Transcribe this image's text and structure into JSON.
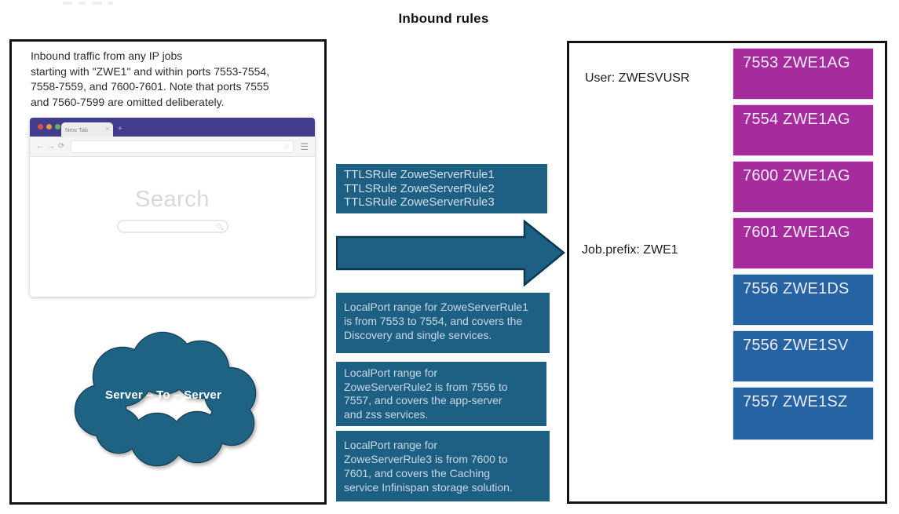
{
  "title": "Inbound rules",
  "left_panel": {
    "description": "Inbound traffic from any IP jobs\nstarting with \"ZWE1\" and within ports 7553-7554,\n7558-7559, and 7600-7601. Note that ports 7555\nand 7560-7599 are omitted deliberately.",
    "browser": {
      "tab_label": "New Tab",
      "tab_close_glyph": "×",
      "new_tab_glyph": "+",
      "back_glyph": "←",
      "forward_glyph": "→",
      "reload_glyph": "⟳",
      "url_value": "",
      "star_glyph": "☆",
      "menu_glyph": "☰",
      "search_heading": "Search"
    },
    "cloud_label": "Server – To – Server"
  },
  "middle": {
    "ttls_box_text": "TTLSRule ZoweServerRule1\nTTLSRule ZoweServerRule2\nTTLSRule ZoweServerRule3",
    "localport_boxes": [
      "LocalPort range for ZoweServerRule1\nis from 7553 to 7554, and covers the\nDiscovery and single services.",
      "LocalPort range for\nZoweServerRule2 is from 7556 to\n7557, and covers the app-server\nand zss services.",
      "LocalPort range for\nZoweServerRule3 is from 7600 to\n7601, and covers the Caching\nservice Infinispan storage solution."
    ]
  },
  "right_panel": {
    "user_label": "User: ZWESVUSR",
    "job_prefix_label": "Job.prefix: ZWE1",
    "ports": [
      {
        "label": "7553 ZWE1AG",
        "color": "#A62C9E"
      },
      {
        "label": "7554 ZWE1AG",
        "color": "#A62C9E"
      },
      {
        "label": "7600 ZWE1AG",
        "color": "#A62C9E"
      },
      {
        "label": "7601 ZWE1AG",
        "color": "#A62C9E"
      },
      {
        "label": "7556 ZWE1DS",
        "color": "#2563A3"
      },
      {
        "label": "7556 ZWE1SV",
        "color": "#2563A3"
      },
      {
        "label": "7557 ZWE1SZ",
        "color": "#2563A3"
      }
    ]
  },
  "colors": {
    "teal": "#1E6083",
    "arrow_outline": "#0D3850",
    "cloud_fill": "#1F6384",
    "magenta": "#A62C9E",
    "blue": "#2563A3",
    "browser_purple": "#413C8C",
    "panel_border": "#121212"
  }
}
